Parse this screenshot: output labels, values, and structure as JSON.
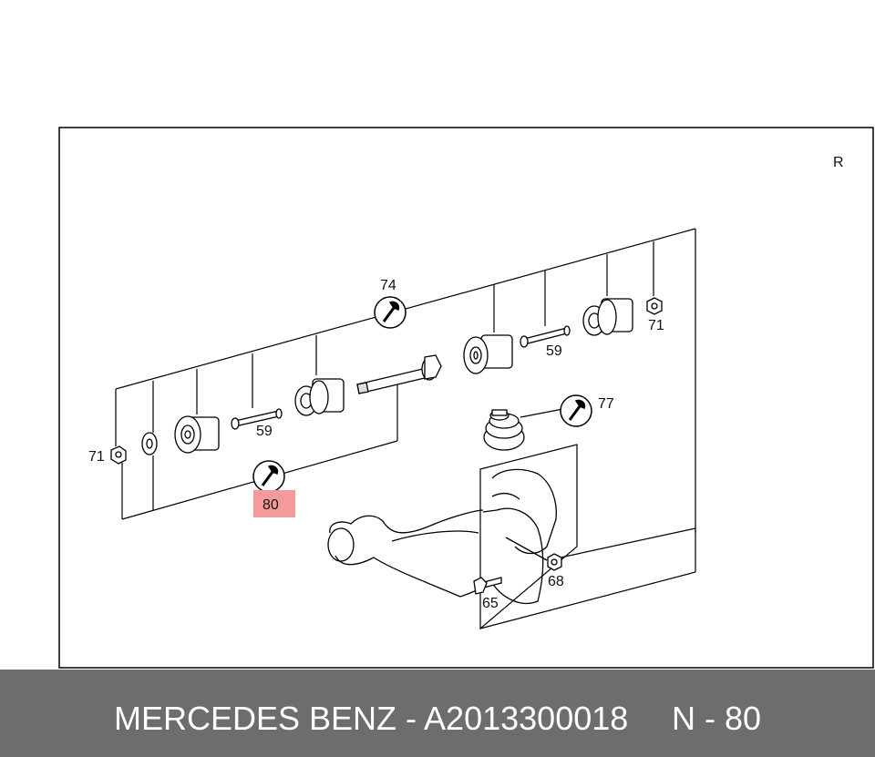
{
  "diagram": {
    "side_marker": "R",
    "callouts": {
      "c74": "74",
      "c71_right": "71",
      "c59_right": "59",
      "c77": "77",
      "c71_left": "71",
      "c59_left": "59",
      "c80": "80",
      "c68": "68",
      "c65": "65"
    },
    "highlight_color": "#f49a9a",
    "wrench_icon": "wrench-icon"
  },
  "footer": {
    "title": "MERCEDES BENZ - A2013300018",
    "ref": "N - 80",
    "background": "#6d6d6d"
  }
}
